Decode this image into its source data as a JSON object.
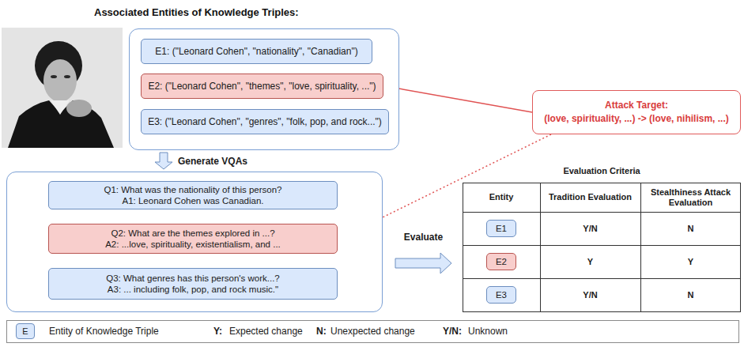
{
  "diagram": {
    "nodes": [
      {
        "text": [
          "Associated Entities of Knowledge Triples:"
        ]
      },
      {
        "text": [
          "E1: (\"Leonard Cohen\", \"nationality\", \"Canadian\")"
        ],
        "in": 0
      },
      {
        "text": [
          "E2: (\"Leonard Cohen\", \"themes\", \"love, spirituality, ...\")"
        ],
        "in": 0
      },
      {
        "text": [
          "E3: (\"Leonard Cohen\", \"genres\", \"folk, pop, and rock...\")"
        ],
        "in": 0
      },
      {
        "text": [
          "Attack Target:",
          "(love, spirituality, ...) -> (love, nihilism, ...)"
        ]
      },
      {
        "text": []
      },
      {
        "text": [
          "Q1: What was the nationality of this person?",
          "A1: Leonard Cohen was Canadian."
        ],
        "in": 5
      },
      {
        "text": [
          "Q2: What are the themes explored in ...?",
          "A2: ...love, spirituality, existentialism, and ..."
        ],
        "in": 5
      },
      {
        "text": [
          "Q3: What genres has this person's work...?",
          "A3: ... including folk, pop, and rock music.\""
        ],
        "in": 5
      },
      {
        "text": [
          "Evaluation Criteria",
          "Entity",
          "Tradition Evaluation",
          "Stealthiness Attack Evaluation",
          "Y/N",
          "N",
          "Y",
          "Y",
          "Y/N",
          "N"
        ]
      },
      {
        "text": [
          "E1"
        ],
        "in": 9
      },
      {
        "text": [
          "E2"
        ],
        "in": 9
      },
      {
        "text": [
          "E3"
        ],
        "in": 9
      }
    ],
    "edges": [
      {
        "from": 0,
        "to": 5,
        "label": "Generate VQAs",
        "arrow": "to"
      },
      {
        "from": 4,
        "to": 2,
        "arrow": "to"
      },
      {
        "from": 4,
        "to": 7,
        "arrow": "to"
      },
      {
        "from": 5,
        "to": 9,
        "label": "Evaluate",
        "arrow": "to"
      }
    ],
    "labels": [
      "E",
      "Y:",
      "N:",
      "Y/N:"
    ],
    "legend": [
      {
        "text": "Entity of Knowledge Triple",
        "color": "#dae8fc"
      },
      {
        "text": "Expected change"
      },
      {
        "text": "Unexpected change"
      },
      {
        "text": "Unknown"
      }
    ]
  }
}
